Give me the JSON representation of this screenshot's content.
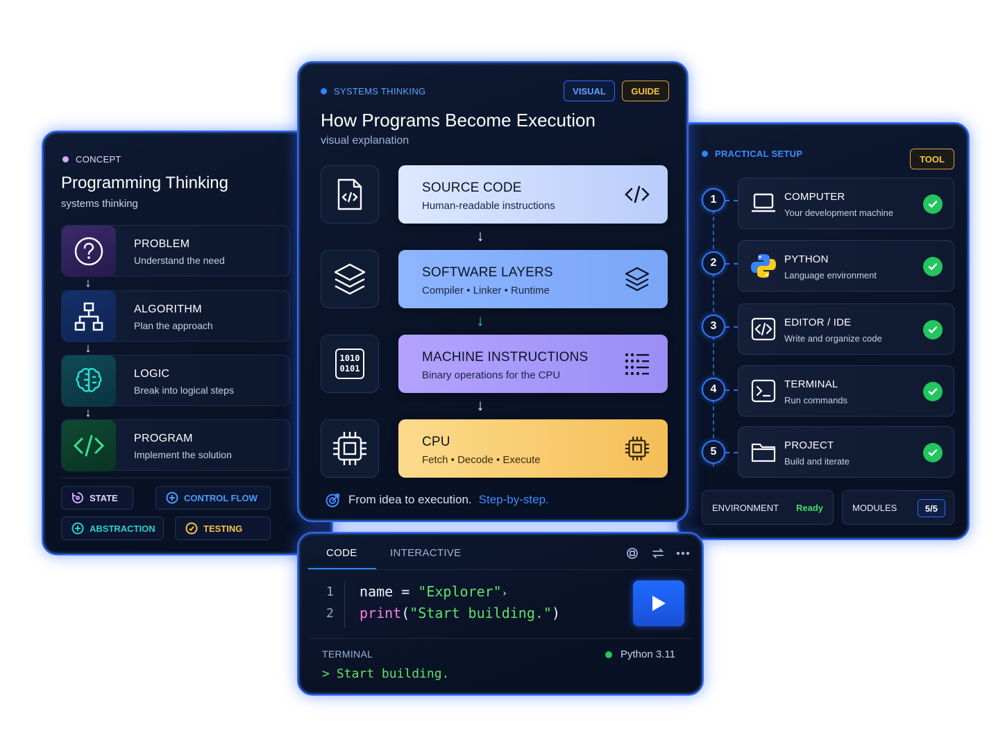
{
  "concept_panel": {
    "eyebrow": "CONCEPT",
    "title": "Programming Thinking",
    "subtitle": "systems thinking",
    "steps": [
      {
        "label": "PROBLEM",
        "desc": "Understand the need",
        "icon": "question-icon"
      },
      {
        "label": "ALGORITHM",
        "desc": "Plan the approach",
        "icon": "hierarchy-icon"
      },
      {
        "label": "LOGIC",
        "desc": "Break into logical steps",
        "icon": "brain-icon"
      },
      {
        "label": "PROGRAM",
        "desc": "Implement the solution",
        "icon": "code-icon"
      }
    ],
    "chips": [
      {
        "label": "STATE",
        "icon": "state-icon",
        "color": "#d7a8ff"
      },
      {
        "label": "CONTROL FLOW",
        "icon": "plus-circle-icon",
        "color": "#4a9cff"
      },
      {
        "label": "ABSTRACTION",
        "icon": "plus-circle-icon",
        "color": "#2dd4bf"
      },
      {
        "label": "TESTING",
        "icon": "target-icon",
        "color": "#f5c542"
      }
    ]
  },
  "systems_panel": {
    "eyebrow": "SYSTEMS THINKING",
    "tags": [
      "VISUAL",
      "GUIDE"
    ],
    "title": "How Programs Become Execution",
    "subtitle": "visual explanation",
    "layers": [
      {
        "title": "SOURCE CODE",
        "desc": "Human-readable instructions",
        "icon": "file-code-icon",
        "right_icon": "code-icon"
      },
      {
        "title": "SOFTWARE LAYERS",
        "desc": "Compiler • Linker • Runtime",
        "icon": "layers-icon",
        "right_icon": "layers-icon"
      },
      {
        "title": "MACHINE INSTRUCTIONS",
        "desc": "Binary operations for the CPU",
        "icon": "binary-icon",
        "binary_text": [
          "1010",
          "0101"
        ],
        "right_icon": "dot-grid-icon"
      },
      {
        "title": "CPU",
        "desc": "Fetch • Decode • Execute",
        "icon": "chip-icon",
        "right_icon": "chip-icon"
      }
    ],
    "footer_text": "From idea to execution.",
    "footer_highlight": "Step-by-step."
  },
  "setup_panel": {
    "eyebrow": "PRACTICAL SETUP",
    "tag": "TOOL",
    "items": [
      {
        "num": "1",
        "title": "COMPUTER",
        "desc": "Your development machine",
        "icon": "laptop-icon"
      },
      {
        "num": "2",
        "title": "PYTHON",
        "desc": "Language environment",
        "icon": "python-logo-icon"
      },
      {
        "num": "3",
        "title": "EDITOR / IDE",
        "desc": "Write and organize code",
        "icon": "editor-icon"
      },
      {
        "num": "4",
        "title": "TERMINAL",
        "desc": "Run commands",
        "icon": "terminal-icon"
      },
      {
        "num": "5",
        "title": "PROJECT",
        "desc": "Build and iterate",
        "icon": "folder-icon"
      }
    ],
    "environment_label": "ENVIRONMENT",
    "environment_value": "Ready",
    "modules_label": "MODULES",
    "modules_value": "5/5"
  },
  "code_panel": {
    "tabs": [
      "CODE",
      "INTERACTIVE"
    ],
    "line_numbers": [
      "1",
      "2"
    ],
    "line1": {
      "ident": "name",
      "op": " = ",
      "str": "\"Explorer\"",
      "tail": "›"
    },
    "line2": {
      "fn": "print",
      "open": "(",
      "str": "\"Start building.\"",
      "close": ")"
    },
    "terminal_label": "TERMINAL",
    "runtime": "Python 3.11",
    "terminal_prompt": ">",
    "terminal_output": "Start building."
  },
  "colors": {
    "accent": "#2f6bff",
    "panel_bg": "#0a1226",
    "success": "#22c55e",
    "guide": "#f5c542"
  }
}
